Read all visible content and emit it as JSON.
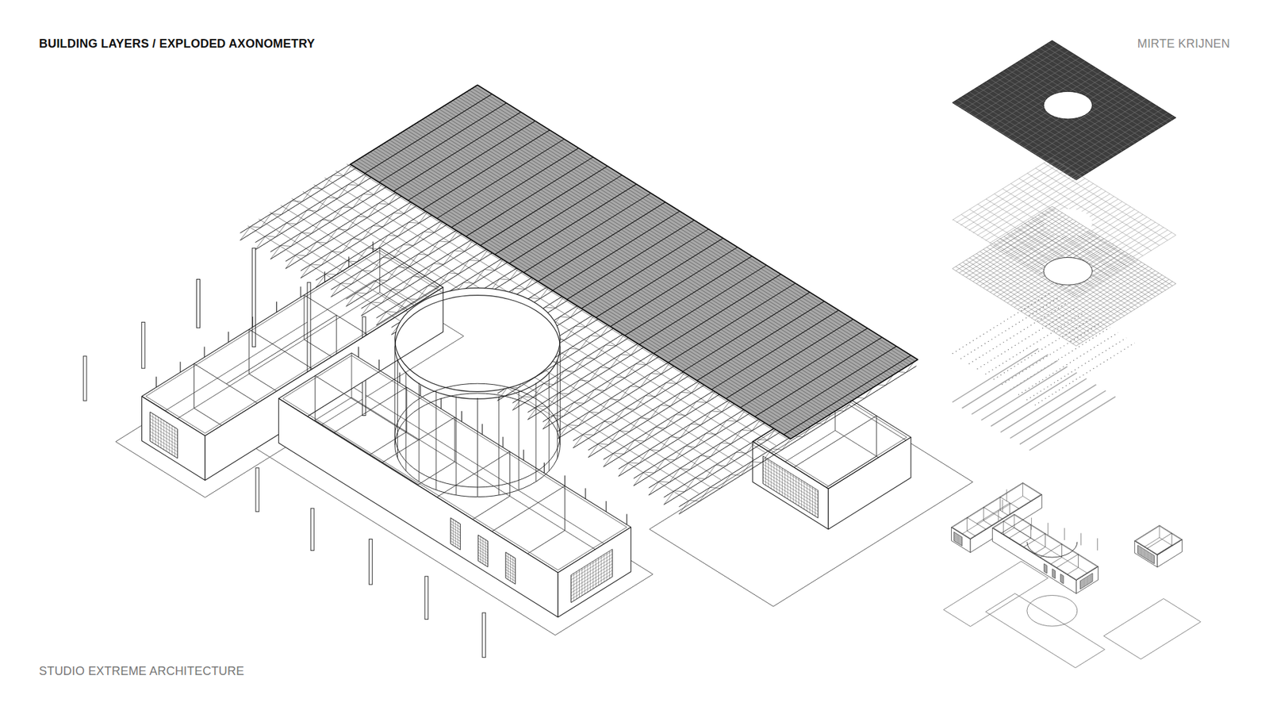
{
  "diagram": {
    "title": "BUILDING LAYERS / EXPLODED AXONOMETRY",
    "labels": [
      "MIRTE KRIJNEN",
      "STUDIO EXTREME ARCHITECTURE"
    ]
  }
}
